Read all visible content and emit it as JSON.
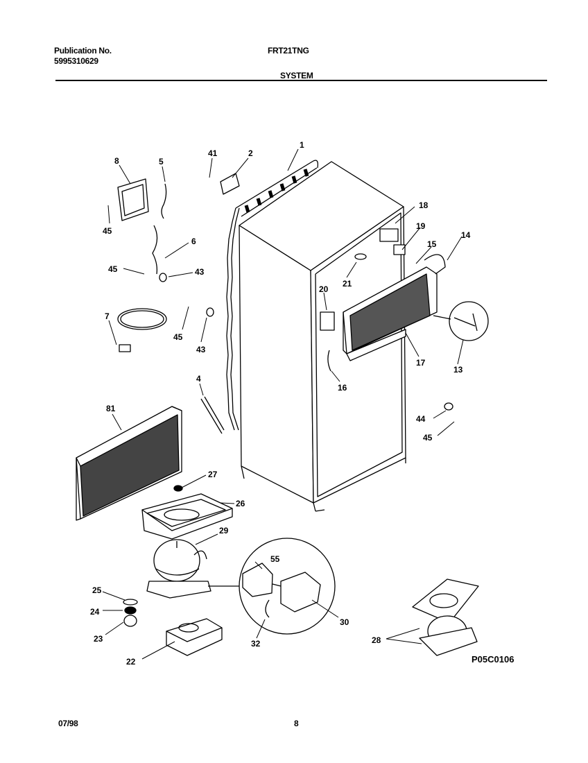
{
  "header": {
    "publication_label": "Publication No.",
    "publication_number": "5995310629",
    "model": "FRT21TNG",
    "section": "SYSTEM"
  },
  "footer": {
    "date": "07/98",
    "page": "8"
  },
  "diagram": {
    "figure_code": "P05C0106",
    "callouts": [
      "1",
      "2",
      "41",
      "8",
      "5",
      "45",
      "6",
      "45",
      "43",
      "7",
      "45",
      "43",
      "4",
      "81",
      "27",
      "26",
      "29",
      "55",
      "25",
      "24",
      "23",
      "22",
      "32",
      "30",
      "28",
      "18",
      "19",
      "14",
      "15",
      "21",
      "20",
      "16",
      "17",
      "13",
      "44",
      "45"
    ]
  }
}
